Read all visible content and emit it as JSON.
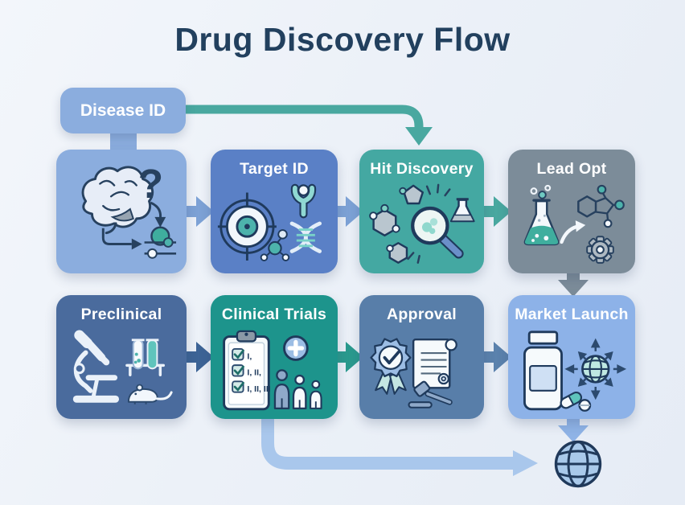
{
  "title": "Drug Discovery Flow",
  "stages": [
    {
      "id": "disease-id",
      "label": "Disease ID",
      "icon": "brain-question-icon",
      "color": "#8badde",
      "icon_text": "?"
    },
    {
      "id": "target-id",
      "label": "Target ID",
      "icon": "target-receptor-dna-icon",
      "color": "#5a80c6"
    },
    {
      "id": "hit-discovery",
      "label": "Hit Discovery",
      "icon": "molecules-magnifier-flask-icon",
      "color": "#44a8a2"
    },
    {
      "id": "lead-opt",
      "label": "Lead Opt",
      "icon": "flask-molecule-gear-icon",
      "color": "#7c8c99"
    },
    {
      "id": "preclinical",
      "label": "Preclinical",
      "icon": "microscope-testtubes-mouse-icon",
      "color": "#4a6b9d"
    },
    {
      "id": "clinical-trials",
      "label": "Clinical Trials",
      "icon": "clipboard-checklist-patients-icon",
      "color": "#1d948c",
      "checklist": [
        "I,",
        "I, II,",
        "I, II, III"
      ]
    },
    {
      "id": "approval",
      "label": "Approval",
      "icon": "badge-certificate-gavel-icon",
      "color": "#587ea9"
    },
    {
      "id": "market-launch",
      "label": "Market Launch",
      "icon": "pill-bottle-globe-icon",
      "color": "#8db2e8"
    }
  ],
  "connections": [
    {
      "from": "Disease ID",
      "to": "Disease ID stage box",
      "type": "vertical-connector",
      "color": "#8badde"
    },
    {
      "from": "Disease ID",
      "to": "Hit Discovery",
      "type": "elbow-arrow",
      "color": "#49a8a0"
    },
    {
      "from": "Disease ID stage box",
      "to": "Target ID",
      "type": "arrow-right",
      "color": "#7da2d6"
    },
    {
      "from": "Target ID",
      "to": "Hit Discovery",
      "type": "arrow-right",
      "color": "#7da2d6"
    },
    {
      "from": "Hit Discovery",
      "to": "Lead Opt",
      "type": "arrow-right",
      "color": "#49a8a0"
    },
    {
      "from": "Lead Opt",
      "to": "Market Launch",
      "type": "arrow-down",
      "color": "#7c8c99"
    },
    {
      "from": "Preclinical",
      "to": "Clinical Trials",
      "type": "arrow-right",
      "color": "#3d6496"
    },
    {
      "from": "Clinical Trials",
      "to": "Approval",
      "type": "arrow-right",
      "color": "#2a9a8e"
    },
    {
      "from": "Approval",
      "to": "Market Launch",
      "type": "arrow-right",
      "color": "#5b82ad"
    },
    {
      "from": "Market Launch",
      "to": "globe",
      "type": "arrow-down",
      "color": "#8fb3e6"
    },
    {
      "from": "Clinical Trials",
      "to": "globe",
      "type": "elbow-arrow",
      "color": "#a9c7ec"
    }
  ],
  "footer": {
    "globe_icon": "globe-icon"
  },
  "colors": {
    "background": "#ecf1f8",
    "title_text": "#22405e",
    "label_text": "#ffffff",
    "teal_accent": "#49a8a0",
    "light_blue_arrow": "#7da2d6",
    "dark_blue_arrow": "#3d6496",
    "steel_blue_arrow": "#5b82ad",
    "gray_arrow": "#7c8c99",
    "pale_blue_elbow": "#a9c7ec",
    "navy_outline": "#1f3a5c"
  }
}
